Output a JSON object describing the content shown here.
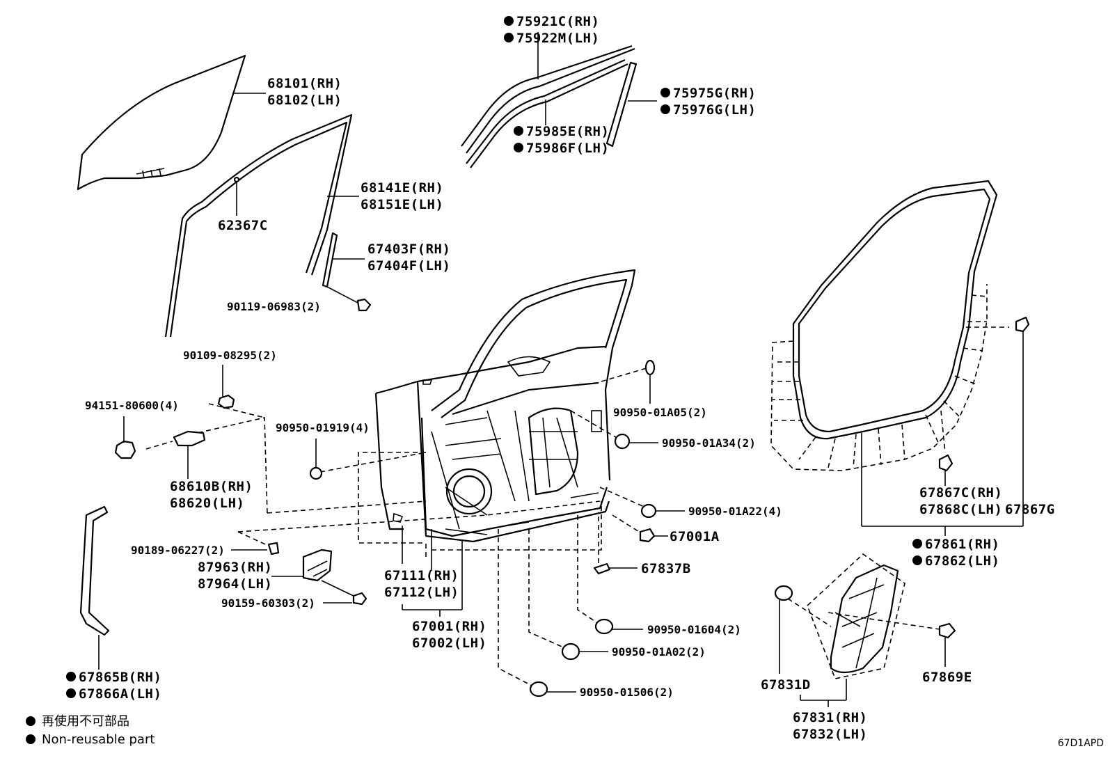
{
  "diagram_code": "67D1APD",
  "legend": {
    "jp_text": "再使用不可部品",
    "en_text": "Non-reusable part"
  },
  "labels": {
    "l75921": "75921C(RH)",
    "l75922": "75922M(LH)",
    "l75975": "75975G(RH)",
    "l75976": "75976G(LH)",
    "l75985": "75985E(RH)",
    "l75986": "75986F(LH)",
    "l68101": "68101(RH)",
    "l68102": "68102(LH)",
    "l68141": "68141E(RH)",
    "l68151": "68151E(LH)",
    "l62367": "62367C",
    "l67403": "67403F(RH)",
    "l67404": "67404F(LH)",
    "l90119": "90119-06983(2)",
    "l90109": "90109-08295(2)",
    "l94151": "94151-80600(4)",
    "l68610": "68610B(RH)",
    "l68620": "68620(LH)",
    "l90950_01919": "90950-01919(4)",
    "l90950_01a05": "90950-01A05(2)",
    "l90950_01a34": "90950-01A34(2)",
    "l90950_01a22": "90950-01A22(4)",
    "l67001a": "67001A",
    "l67837b": "67837B",
    "l90189": "90189-06227(2)",
    "l87963": "87963(RH)",
    "l87964": "87964(LH)",
    "l90159": "90159-60303(2)",
    "l67111": "67111(RH)",
    "l67112": "67112(LH)",
    "l67001": "67001(RH)",
    "l67002": "67002(LH)",
    "l90950_01604": "90950-01604(2)",
    "l90950_01a02": "90950-01A02(2)",
    "l90950_01506": "90950-01506(2)",
    "l67865": "67865B(RH)",
    "l67866": "67866A(LH)",
    "l67867c": "67867C(RH)",
    "l67868c": "67868C(LH)",
    "l67867g": "67867G",
    "l67861": "67861(RH)",
    "l67862": "67862(LH)",
    "l67831d": "67831D",
    "l67869e": "67869E",
    "l67831": "67831(RH)",
    "l67832": "67832(LH)"
  }
}
